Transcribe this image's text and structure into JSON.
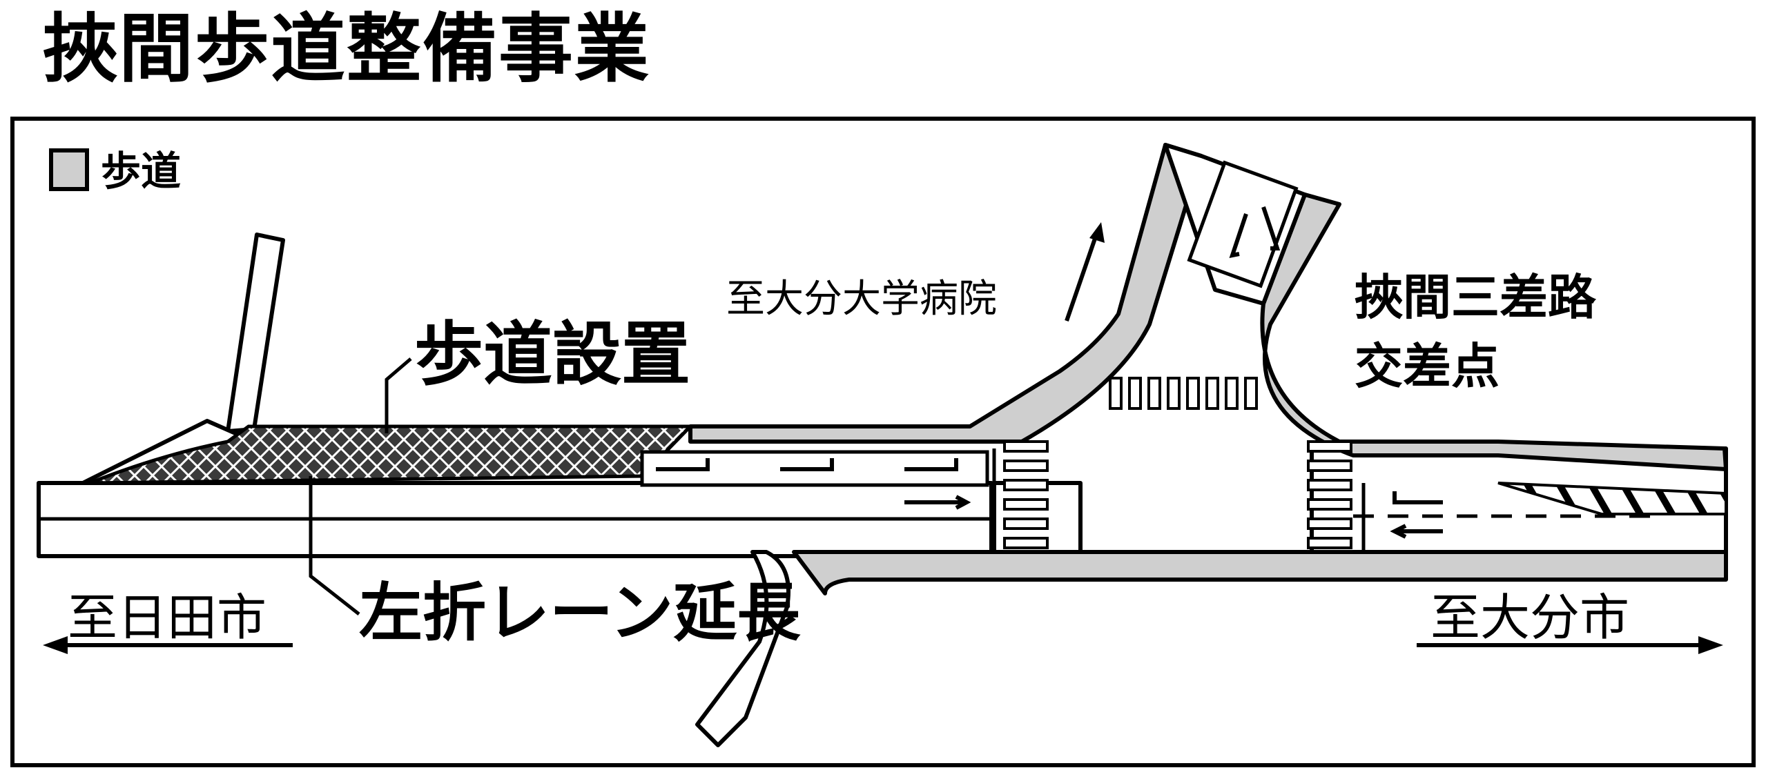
{
  "title": "挾間歩道整備事業",
  "legend": {
    "label": "歩道",
    "swatch_color": "#cfcfcf"
  },
  "labels": {
    "to_university_hospital": "至大分大学病院",
    "intersection_line1": "挾間三差路",
    "intersection_line2": "交差点",
    "sidewalk_installation": "歩道設置",
    "left_turn_extension": "左折レーン延長",
    "to_hita": "至日田市",
    "to_oita": "至大分市"
  },
  "colors": {
    "sidewalk": "#cfcfcf",
    "new_sidewalk": "#3a3a3a",
    "line": "#000000",
    "background": "#ffffff"
  }
}
